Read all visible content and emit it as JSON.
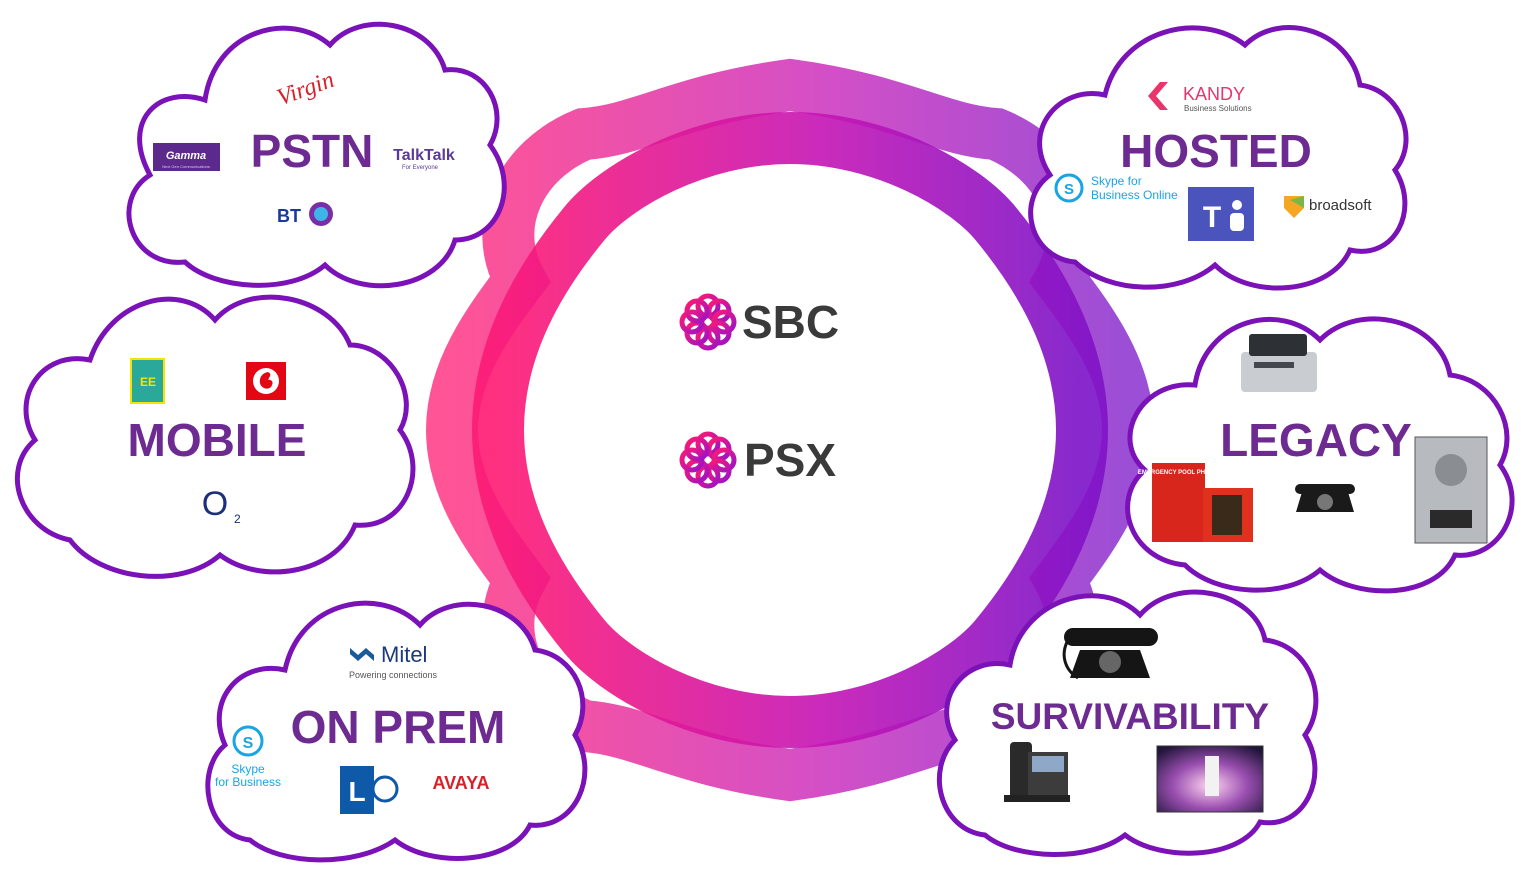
{
  "hub": {
    "labels": [
      "SBC",
      "PSX"
    ]
  },
  "clouds": {
    "pstn": {
      "title": "PSTN",
      "logos": {
        "virgin": "Virgin",
        "gamma": "Gamma",
        "gamma_sub": "Next Gen Communications",
        "talktalk": "TalkTalk",
        "talktalk_sub": "For Everyone",
        "bt": "BT"
      }
    },
    "hosted": {
      "title": "HOSTED",
      "logos": {
        "kandy": "KANDY",
        "kandy_sub": "Business Solutions",
        "skype_online_1": "Skype for",
        "skype_online_2": "Business Online",
        "teams": "T",
        "broadsoft": "broadsoft"
      }
    },
    "mobile": {
      "title": "MOBILE",
      "logos": {
        "ee": "EE",
        "vodafone": "vodafone",
        "o2": "O",
        "o2_sub": "2"
      }
    },
    "legacy": {
      "title": "LEGACY",
      "logos": {
        "pool_phone": "EMERGENCY POOL PHONE"
      }
    },
    "onprem": {
      "title": "ON PREM",
      "logos": {
        "mitel": "Mitel",
        "mitel_sub": "Powering connections",
        "skype_1": "Skype",
        "skype_2": "for Business",
        "lync": "L",
        "avaya": "AVAYA"
      }
    },
    "survivability": {
      "title": "SURVIVABILITY"
    }
  },
  "colors": {
    "title": "#6d2b92",
    "cloud_border": "#7a12b8",
    "ring_left": "#ff1a72",
    "ring_right": "#7a12c8"
  }
}
